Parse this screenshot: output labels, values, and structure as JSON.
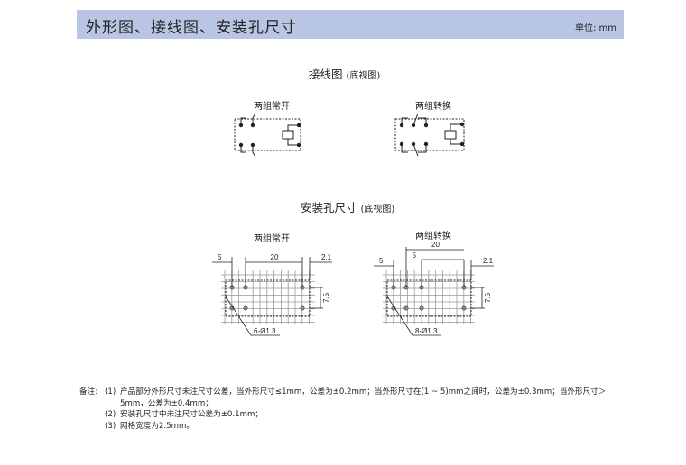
{
  "header": {
    "title": "外形图、接线图、安装孔尺寸",
    "unit": "单位: mm",
    "color": "#b8c6e4"
  },
  "wiring": {
    "title": "接线图",
    "subtitle": "(底视图)",
    "left_label": "两组常开",
    "right_label": "两组转换"
  },
  "mounting": {
    "title": "安装孔尺寸",
    "subtitle": "(底视图)",
    "left_label": "两组常开",
    "right_label": "两组转换",
    "left_dims": {
      "a": "5",
      "b": "20",
      "c": "2.1",
      "v": "7.5",
      "holes": "6-Ø1.3"
    },
    "right_dims": {
      "a": "5",
      "b": "5",
      "span": "20",
      "c": "2.1",
      "v": "7.5",
      "holes": "8-Ø1.3"
    }
  },
  "notes": {
    "prefix": "备注:",
    "items": [
      {
        "num": "(1)",
        "text": "产品部分外形尺寸未注尺寸公差，当外形尺寸≤1mm，公差为±0.2mm；当外形尺寸在(1 ~ 5)mm之间时，公差为±0.3mm；当外形尺寸＞5mm，公差为±0.4mm；"
      },
      {
        "num": "(2)",
        "text": "安装孔尺寸中未注尺寸公差为±0.1mm；"
      },
      {
        "num": "(3)",
        "text": "网格宽度为2.5mm。"
      }
    ]
  }
}
